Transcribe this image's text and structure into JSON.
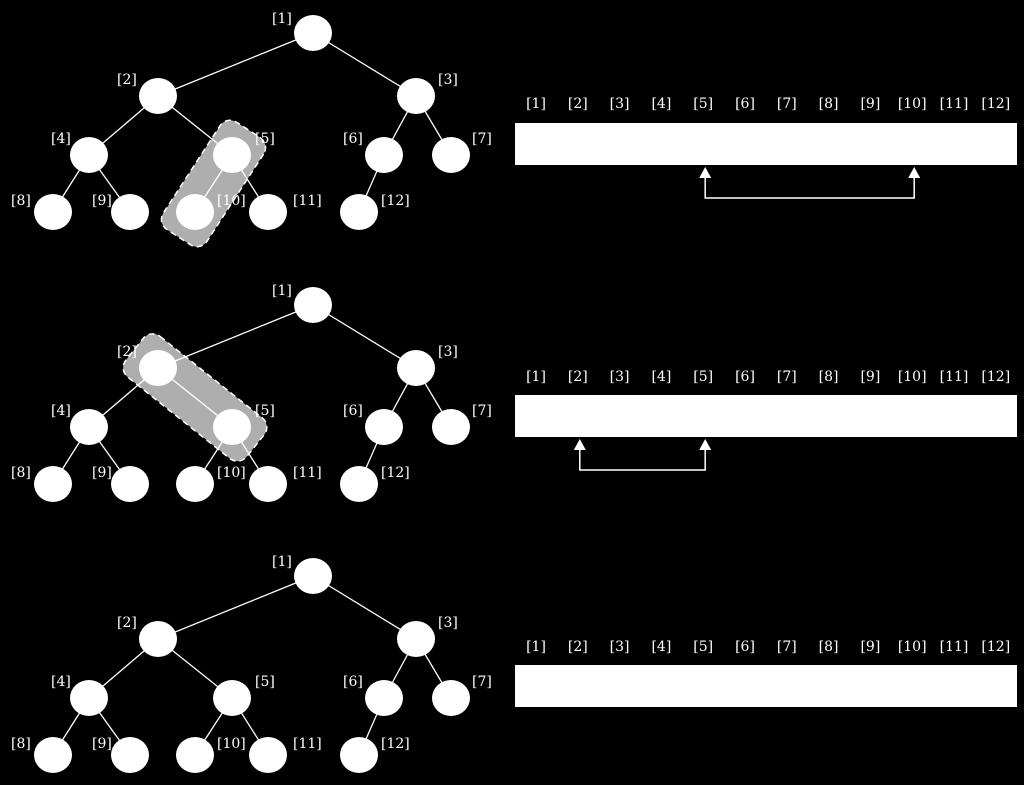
{
  "node_labels": [
    "[1]",
    "[2]",
    "[3]",
    "[4]",
    "[5]",
    "[6]",
    "[7]",
    "[8]",
    "[9]",
    "[10]",
    "[11]",
    "[12]"
  ],
  "array_labels": [
    "[1]",
    "[2]",
    "[3]",
    "[4]",
    "[5]",
    "[6]",
    "[7]",
    "[8]",
    "[9]",
    "[10]",
    "[11]",
    "[12]"
  ],
  "panels": [
    {
      "name": "step-1",
      "highlight_nodes": [
        5,
        10
      ],
      "swap_arrow": [
        5,
        10
      ]
    },
    {
      "name": "step-2",
      "highlight_nodes": [
        2,
        5
      ],
      "swap_arrow": [
        2,
        5
      ]
    },
    {
      "name": "step-3",
      "highlight_nodes": [],
      "swap_arrow": []
    }
  ],
  "colors": {
    "background": "#000000",
    "foreground": "#ffffff",
    "highlight": "#bdbdbd"
  }
}
